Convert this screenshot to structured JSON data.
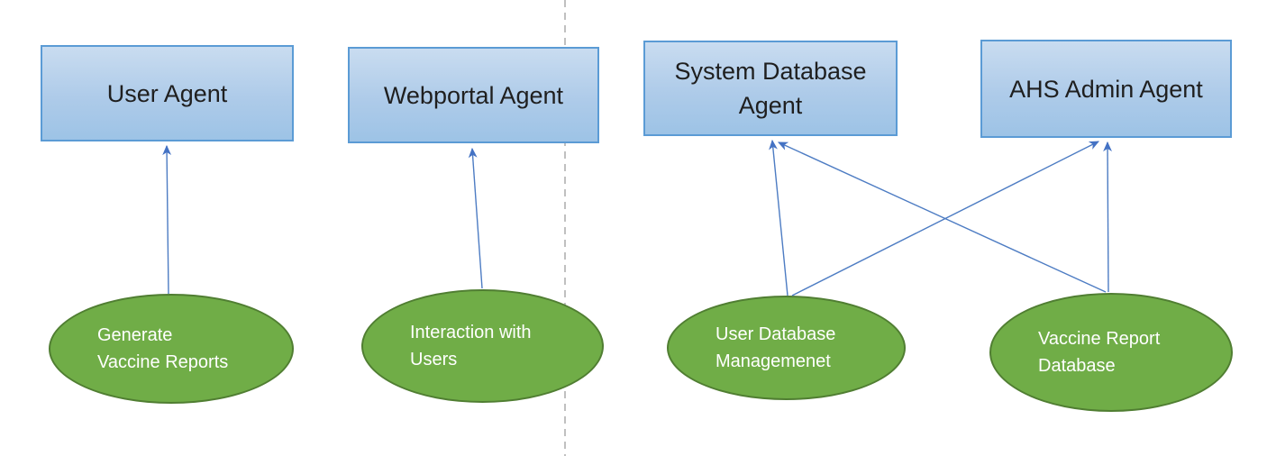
{
  "diagram": {
    "agents": [
      {
        "id": "user-agent",
        "label": "User Agent",
        "lines": [
          "User Agent"
        ]
      },
      {
        "id": "webportal-agent",
        "label": "Webportal Agent",
        "lines": [
          "Webportal Agent"
        ]
      },
      {
        "id": "system-database-agent",
        "label": "System Database Agent",
        "lines": [
          "System Database",
          "Agent"
        ]
      },
      {
        "id": "ahs-admin-agent",
        "label": "AHS Admin Agent",
        "lines": [
          "AHS Admin Agent"
        ]
      }
    ],
    "tasks": [
      {
        "id": "generate-vaccine-reports",
        "label": "Generate Vaccine Reports",
        "lines": [
          "Generate",
          "Vaccine Reports"
        ]
      },
      {
        "id": "interaction-with-users",
        "label": "Interaction with Users",
        "lines": [
          "Interaction with",
          "Users"
        ]
      },
      {
        "id": "user-database-managemenet",
        "label": "User Database Managemenet",
        "lines": [
          "User Database",
          "Managemenet"
        ]
      },
      {
        "id": "vaccine-report-database",
        "label": "Vaccine Report Database",
        "lines": [
          "Vaccine Report",
          "Database"
        ]
      }
    ],
    "connections": [
      {
        "from": "generate-vaccine-reports",
        "to": "user-agent"
      },
      {
        "from": "interaction-with-users",
        "to": "webportal-agent"
      },
      {
        "from": "user-database-managemenet",
        "to": "system-database-agent"
      },
      {
        "from": "user-database-managemenet",
        "to": "ahs-admin-agent"
      },
      {
        "from": "vaccine-report-database",
        "to": "ahs-admin-agent"
      },
      {
        "from": "vaccine-report-database",
        "to": "system-database-agent"
      }
    ],
    "colors": {
      "agent_fill_top": "#c9dcf0",
      "agent_fill_bottom": "#9dc3e6",
      "agent_border": "#5b9bd5",
      "agent_text": "#1f1f1f",
      "task_fill": "#70ad47",
      "task_border": "#507e32",
      "task_text": "#ffffff",
      "arrow": "#4472c4",
      "divider": "#a6a6a6"
    }
  }
}
